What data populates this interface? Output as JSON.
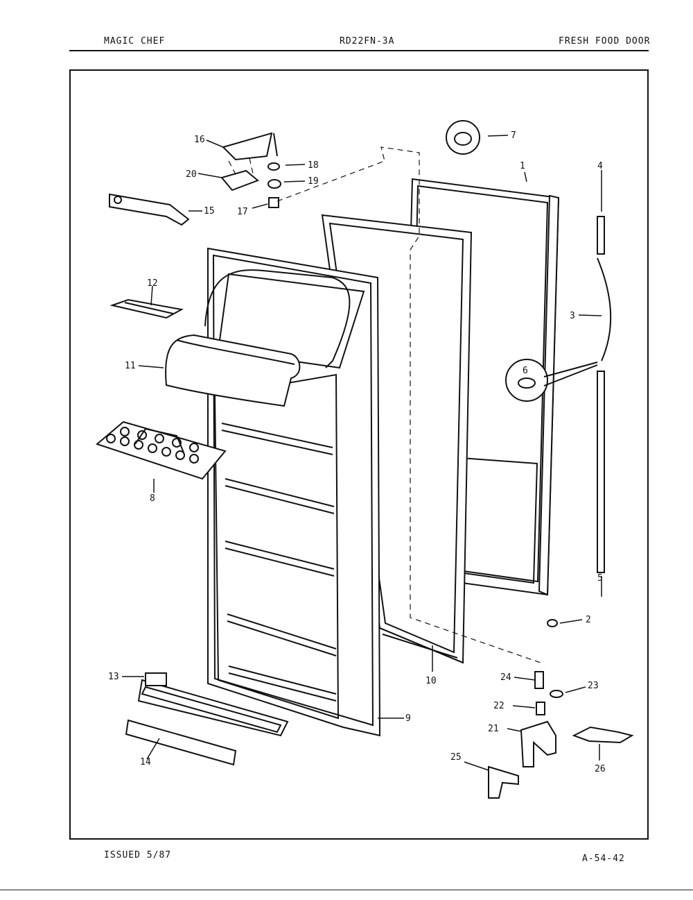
{
  "header": {
    "brand": "MAGIC CHEF",
    "model": "RD22FN-3A",
    "section": "FRESH FOOD DOOR"
  },
  "footer": {
    "issued": "ISSUED 5/87",
    "code": "A-54-42"
  },
  "callouts": [
    "1",
    "2",
    "3",
    "4",
    "5",
    "6",
    "7",
    "8",
    "9",
    "10",
    "11",
    "12",
    "13",
    "14",
    "15",
    "16",
    "17",
    "18",
    "19",
    "20",
    "21",
    "22",
    "23",
    "24",
    "25",
    "26"
  ]
}
